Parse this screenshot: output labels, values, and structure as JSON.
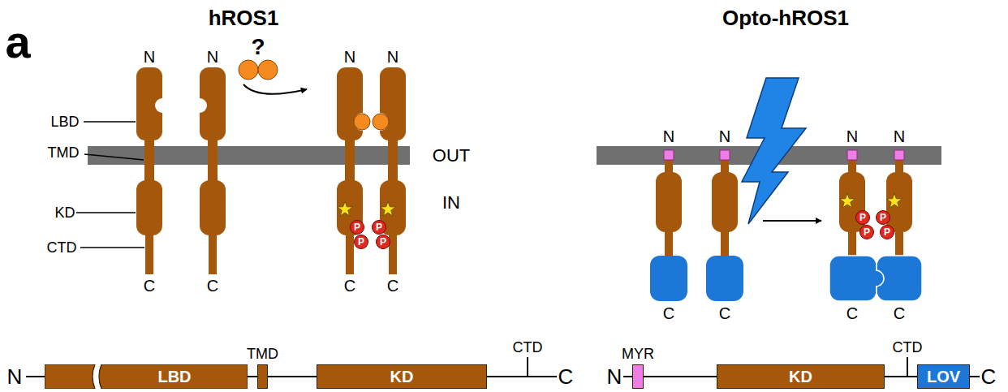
{
  "diagram": {
    "nodes": [
      {
        "text": [
          "P"
        ]
      },
      {
        "text": [
          "P"
        ]
      },
      {
        "text": [
          "P"
        ]
      },
      {
        "text": [
          "P"
        ]
      },
      {
        "text": [
          "P"
        ]
      },
      {
        "text": [
          "P"
        ]
      },
      {
        "text": [
          "P"
        ]
      },
      {
        "text": [
          "P"
        ]
      },
      {
        "text": [
          "LBD"
        ]
      },
      {
        "text": [
          "TMD"
        ]
      },
      {
        "text": [
          "KD"
        ]
      },
      {
        "text": [
          "MYR"
        ]
      },
      {
        "text": [
          "KD"
        ]
      },
      {
        "text": [
          "LOV"
        ]
      }
    ],
    "edges": [
      {
        "from": 8,
        "to": 9,
        "arrow": "none"
      },
      {
        "from": 9,
        "to": 10,
        "arrow": "none"
      },
      {
        "from": 11,
        "to": 12,
        "arrow": "none"
      },
      {
        "from": 12,
        "to": 13,
        "arrow": "none"
      }
    ],
    "labels": [
      "a",
      "hROS1",
      "Opto-hROS1",
      "N",
      "N",
      "N",
      "N",
      "?",
      "LBD",
      "TMD",
      "KD",
      "CTD",
      "OUT",
      "IN",
      "C",
      "C",
      "C",
      "C",
      "N",
      "N",
      "N",
      "N",
      "C",
      "C",
      "C",
      "C",
      "N",
      "CTD",
      "C",
      "N",
      "CTD",
      "C"
    ]
  }
}
